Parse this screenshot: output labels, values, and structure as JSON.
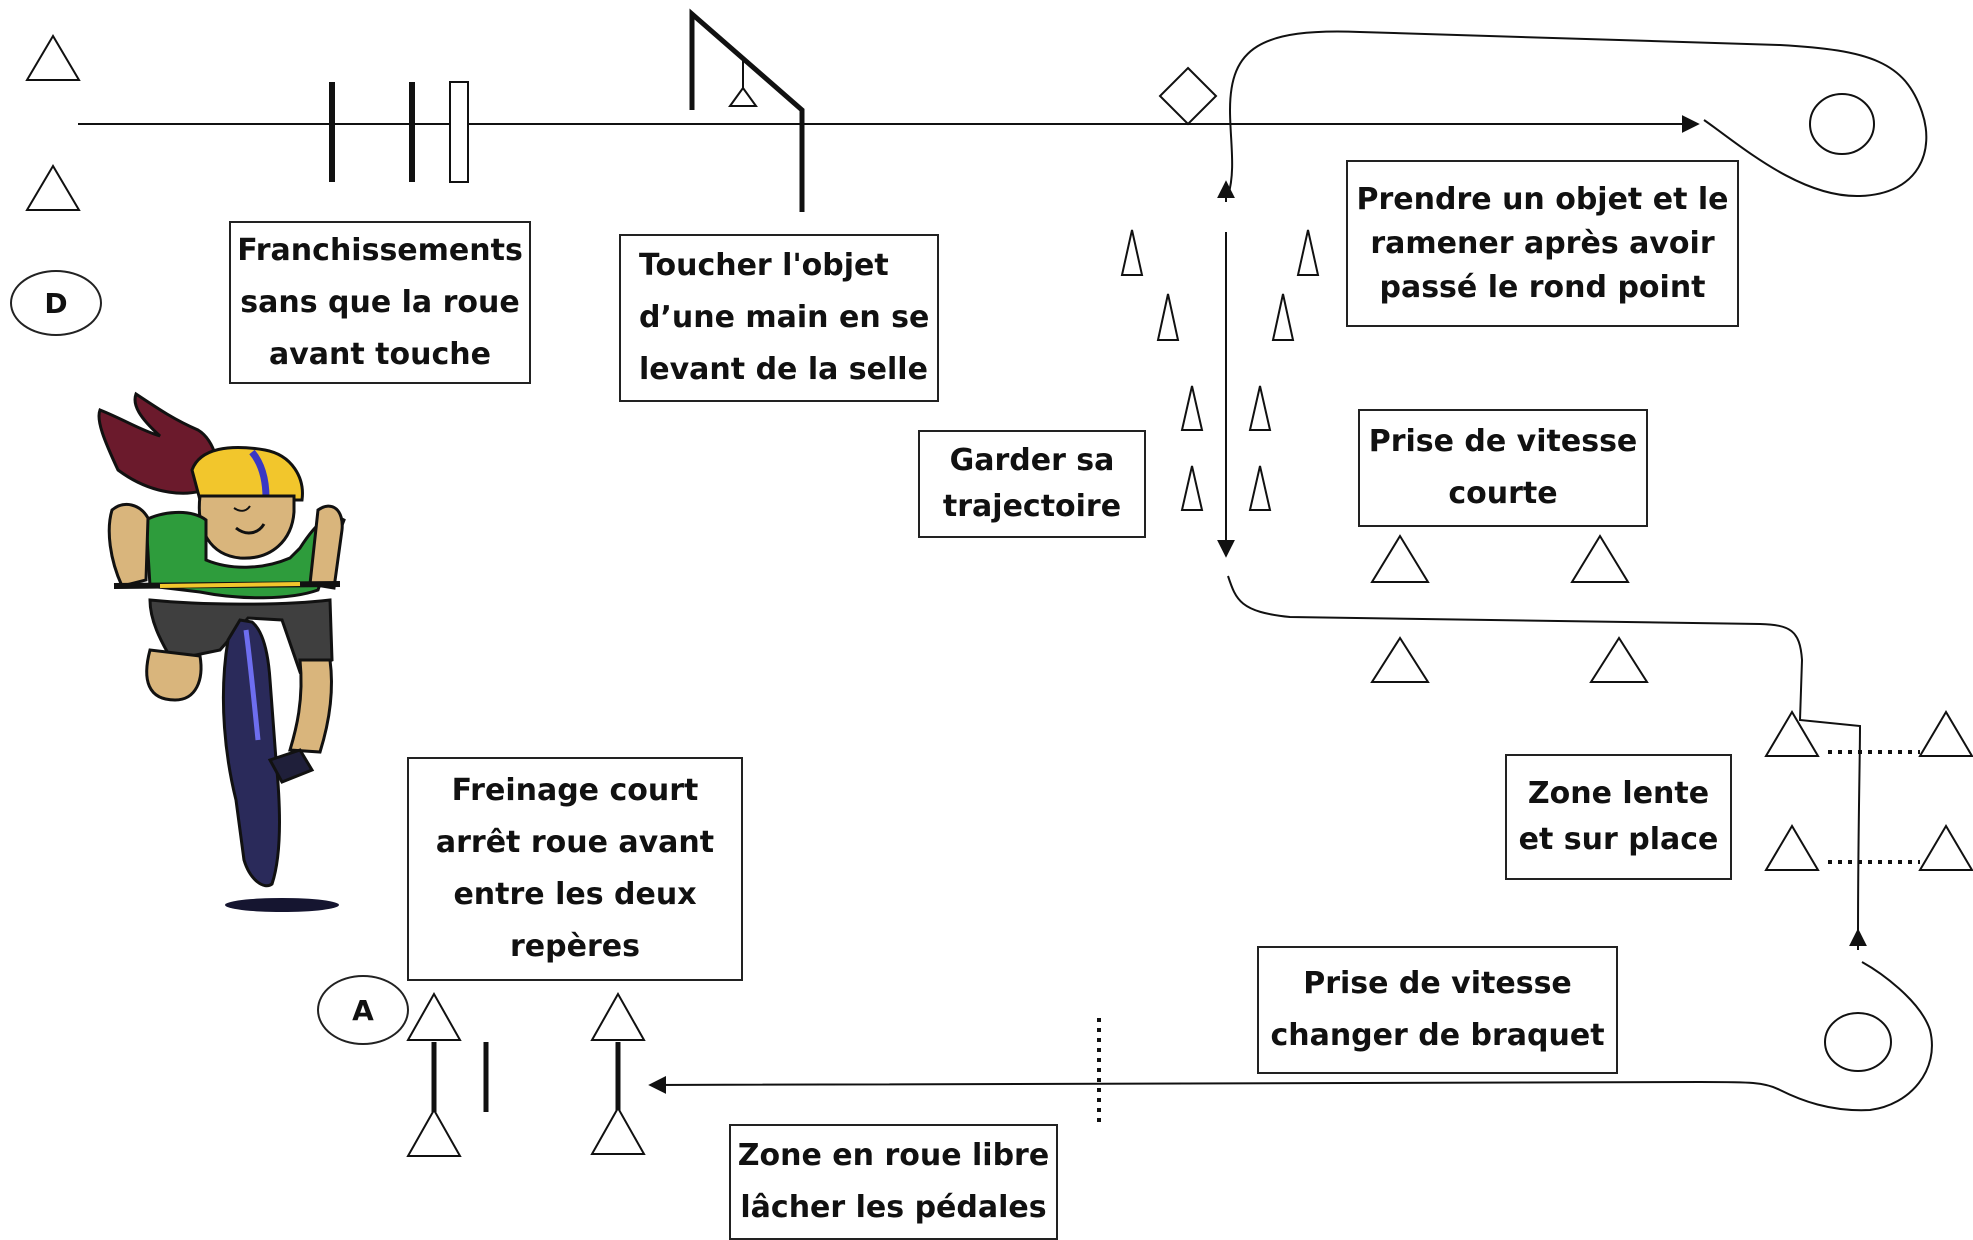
{
  "markers": {
    "start": "D",
    "finish": "A"
  },
  "labels": {
    "crossings": [
      "Franchissements",
      "sans que la roue",
      "avant touche"
    ],
    "touch_object": [
      "Toucher l'objet",
      "d’une main en se",
      "levant de la selle"
    ],
    "take_object": [
      "Prendre un objet et le",
      "ramener après avoir",
      "passé le rond point"
    ],
    "keep_line": [
      "Garder sa",
      "trajectoire"
    ],
    "short_speed": [
      "Prise de vitesse",
      "courte"
    ],
    "slow_zone": [
      "Zone lente",
      "et sur place"
    ],
    "speed_gear": [
      "Prise de vitesse",
      "changer de braquet"
    ],
    "freewheel": [
      "Zone en roue libre",
      "lâcher les pédales"
    ],
    "braking": [
      "Freinage court",
      "arrêt roue avant",
      "entre les deux",
      "repères"
    ]
  },
  "icons": [
    "traffic-cone-icon",
    "cyclist-illustration",
    "roundabout-icon",
    "arrow-icon"
  ]
}
